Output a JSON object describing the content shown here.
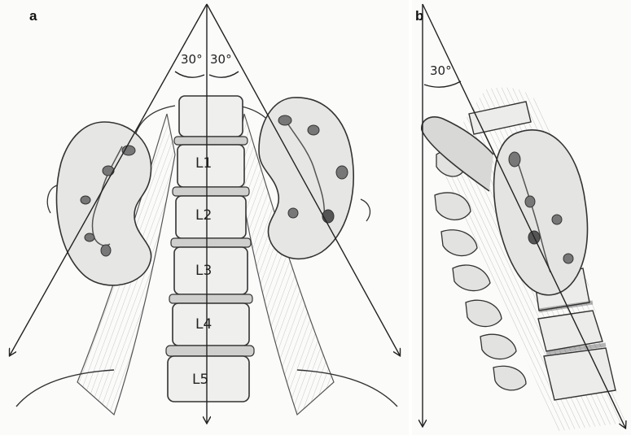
{
  "panels": [
    {
      "letter": "a"
    },
    {
      "letter": "b"
    }
  ],
  "panel_a": {
    "angle_left": "30°",
    "angle_right": "30°",
    "vertebrae": [
      "L1",
      "L2",
      "L3",
      "L4",
      "L5"
    ]
  },
  "panel_b": {
    "angle": "30°"
  },
  "colors": {
    "ink": "#222222",
    "shade": "#9a9a9a",
    "paper": "#fbfbfa"
  }
}
